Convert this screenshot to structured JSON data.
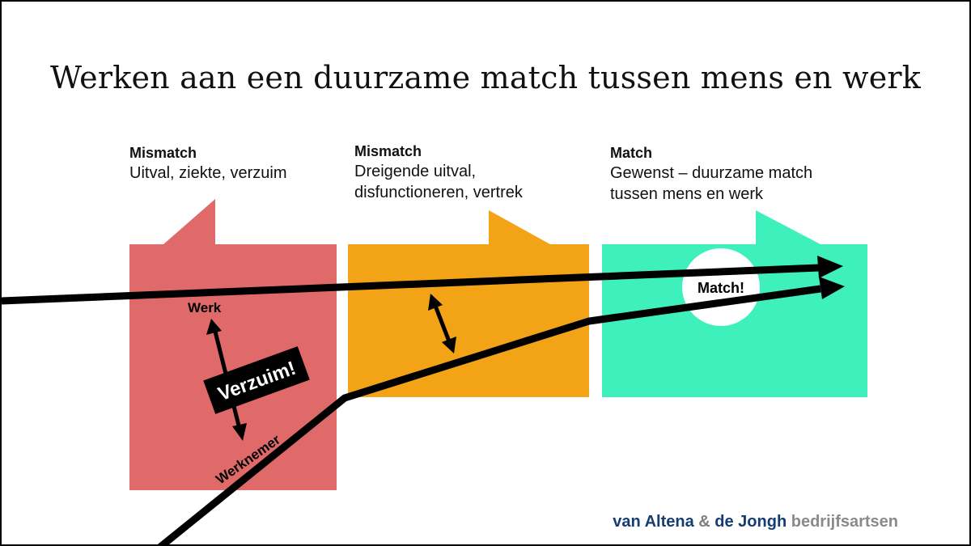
{
  "title": "Werken aan een duurzame match tussen mens en werk",
  "phases": [
    {
      "heading": "Mismatch",
      "description": "Uitval, ziekte, verzuim",
      "color": "#e06a6a"
    },
    {
      "heading": "Mismatch",
      "description_line1": "Dreigende uitval,",
      "description_line2": "disfunctioneren, vertrek",
      "color": "#f2a316"
    },
    {
      "heading": "Match",
      "description_line1": "Gewenst – duurzame match",
      "description_line2": "tussen mens en werk",
      "color": "#3ef0bb"
    }
  ],
  "lines": {
    "werk_label": "Werk",
    "werknemer_label": "Werknemer"
  },
  "badges": {
    "verzuim": "Verzuim!",
    "match": "Match!"
  },
  "footer": {
    "part1": "van Altena",
    "amp": "&",
    "part2": "de Jongh",
    "part3": "bedrijfsartsen"
  }
}
